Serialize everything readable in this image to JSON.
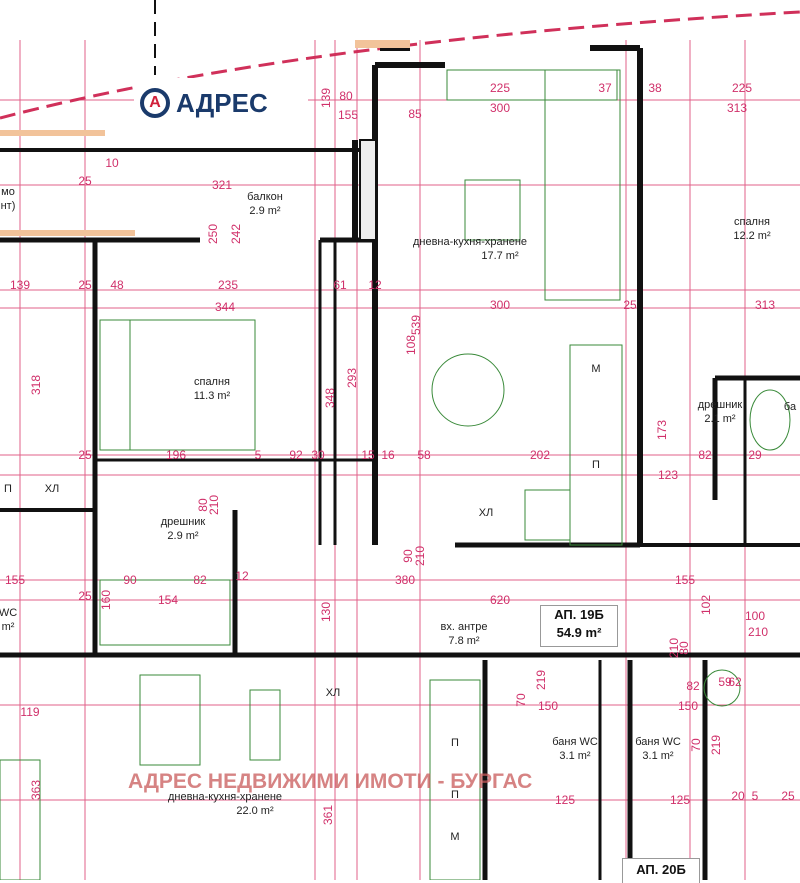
{
  "logo": {
    "text": "АДРЕС",
    "mark": "A"
  },
  "watermark": "АДРЕС НЕДВИЖИМИ ИМОТИ - БУРГАС",
  "apartments": [
    {
      "name": "АП. 19Б",
      "area": "54.9 m²"
    },
    {
      "name": "АП. 20Б"
    }
  ],
  "rooms": [
    {
      "name": "балкон",
      "area": "2.9 m²"
    },
    {
      "name": "дневна-кухня-хранене",
      "area": "17.7 m²"
    },
    {
      "name": "спалня",
      "area": "11.3 m²"
    },
    {
      "name": "спалня",
      "area": "12.2 m²"
    },
    {
      "name": "дрешник",
      "area": "2.9 m²"
    },
    {
      "name": "дрешник",
      "area": "2.1 m²"
    },
    {
      "name": "вх. антре",
      "area": "7.8 m²"
    },
    {
      "name": "баня WC",
      "area": "3.1 m²"
    },
    {
      "name": "баня WC",
      "area": "3.1 m²"
    },
    {
      "name": "дневна-кухня-хранене",
      "area": "22.0 m²"
    },
    {
      "name": "WC",
      "area": "m²"
    },
    {
      "name": "мо",
      "area": "нт)"
    },
    {
      "name": "ба",
      "area": ""
    }
  ],
  "fixtures": [
    "М",
    "П",
    "ХЛ",
    "ХЛ",
    "П",
    "П",
    "М",
    "П",
    "ХЛ"
  ],
  "dimensions": [
    "321",
    "235",
    "344",
    "139",
    "48",
    "25",
    "196",
    "92",
    "300",
    "225",
    "37",
    "313",
    "225",
    "38",
    "300",
    "313",
    "202",
    "380",
    "620",
    "155",
    "90",
    "82",
    "154",
    "155",
    "150",
    "150",
    "82",
    "125",
    "125",
    "123",
    "82",
    "539",
    "348",
    "293",
    "139",
    "130",
    "361",
    "363",
    "318",
    "85",
    "80",
    "155",
    "250",
    "242",
    "80",
    "210",
    "90",
    "210",
    "10",
    "25",
    "12",
    "61",
    "5",
    "30",
    "15",
    "16",
    "58",
    "108",
    "25",
    "25",
    "25",
    "100",
    "210",
    "80",
    "210",
    "173",
    "29",
    "12",
    "119",
    "160",
    "102",
    "70",
    "70",
    "219",
    "219",
    "62",
    "59",
    "25",
    "20",
    "5"
  ],
  "colors": {
    "walls": "#111111",
    "dimensions": "#d0306a",
    "logo": "#1a3a6b",
    "watermark": "#c85a5a",
    "insulation": "#f2c39a"
  }
}
